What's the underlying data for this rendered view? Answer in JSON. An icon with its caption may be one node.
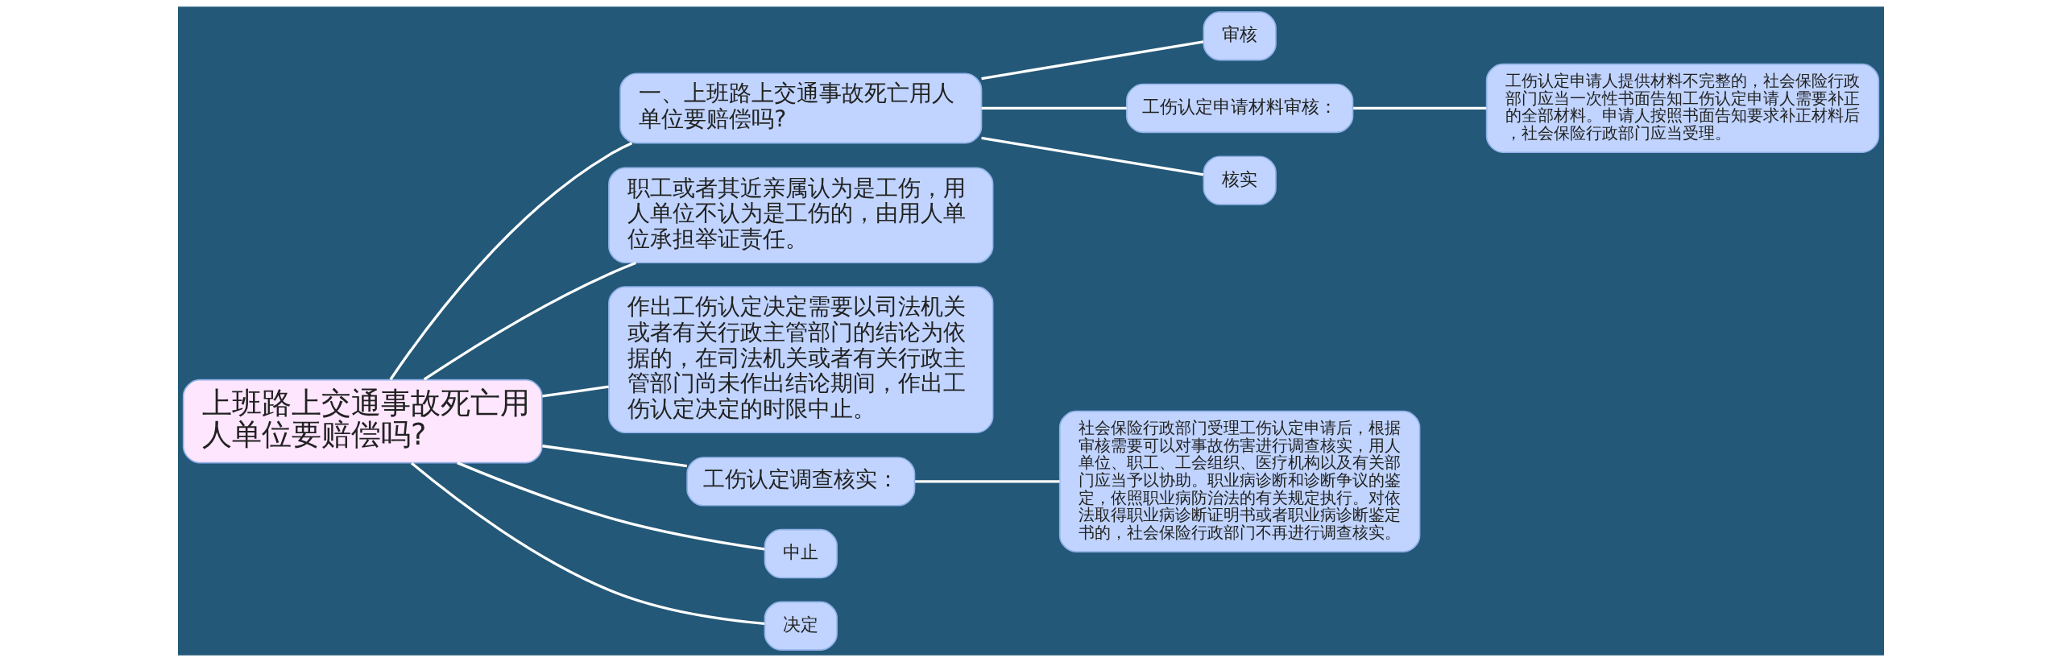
{
  "diagram": {
    "nodes": [
      {
        "text": [
          "上班路上交通事故死亡用人单位要赔偿吗?"
        ]
      },
      {
        "text": [
          "一、上班路上交通事故死亡用人单位要赔偿吗?"
        ]
      },
      {
        "text": [
          "审核"
        ]
      },
      {
        "text": [
          "工伤认定申请材料审核："
        ]
      },
      {
        "text": [
          "工伤认定申请人提供材料不完整的，社会保险行政部门应当一次性书面告知工伤认定申请人需要补正的全部材料。申请人按照书面告知要求补正材料后，社会保险行政部门应当受理。"
        ]
      },
      {
        "text": [
          "核实"
        ]
      },
      {
        "text": [
          "职工或者其近亲属认为是工伤，用人单位不认为是工伤的，由用人单位承担举证责任。"
        ]
      },
      {
        "text": [
          "作出工伤认定决定需要以司法机关或者有关行政主管部门的结论为依据的，在司法机关或者有关行政主管部门尚未作出结论期间，作出工伤认定决定的时限中止。"
        ]
      },
      {
        "text": [
          "工伤认定调查核实："
        ]
      },
      {
        "text": [
          "社会保险行政部门受理工伤认定申请后，根据审核需要可以对事故伤害进行调查核实，用人单位、职工、工会组织、医疗机构以及有关部门应当予以协助。职业病诊断和诊断争议的鉴定，依照职业病防治法的有关规定执行。对依法取得职业病诊断证明书或者职业病诊断鉴定书的，社会保险行政部门不再进行调查核实。"
        ]
      },
      {
        "text": [
          "中止"
        ]
      },
      {
        "text": [
          "决定"
        ]
      }
    ],
    "edges": [
      {
        "from": 0,
        "to": 1,
        "arrow": "none"
      },
      {
        "from": 1,
        "to": 2,
        "arrow": "none"
      },
      {
        "from": 1,
        "to": 3,
        "arrow": "none"
      },
      {
        "from": 3,
        "to": 4,
        "arrow": "none"
      },
      {
        "from": 1,
        "to": 5,
        "arrow": "none"
      },
      {
        "from": 0,
        "to": 6,
        "arrow": "none"
      },
      {
        "from": 0,
        "to": 7,
        "arrow": "none"
      },
      {
        "from": 0,
        "to": 8,
        "arrow": "none"
      },
      {
        "from": 8,
        "to": 9,
        "arrow": "none"
      },
      {
        "from": 0,
        "to": 10,
        "arrow": "none"
      },
      {
        "from": 0,
        "to": 11,
        "arrow": "none"
      }
    ]
  }
}
